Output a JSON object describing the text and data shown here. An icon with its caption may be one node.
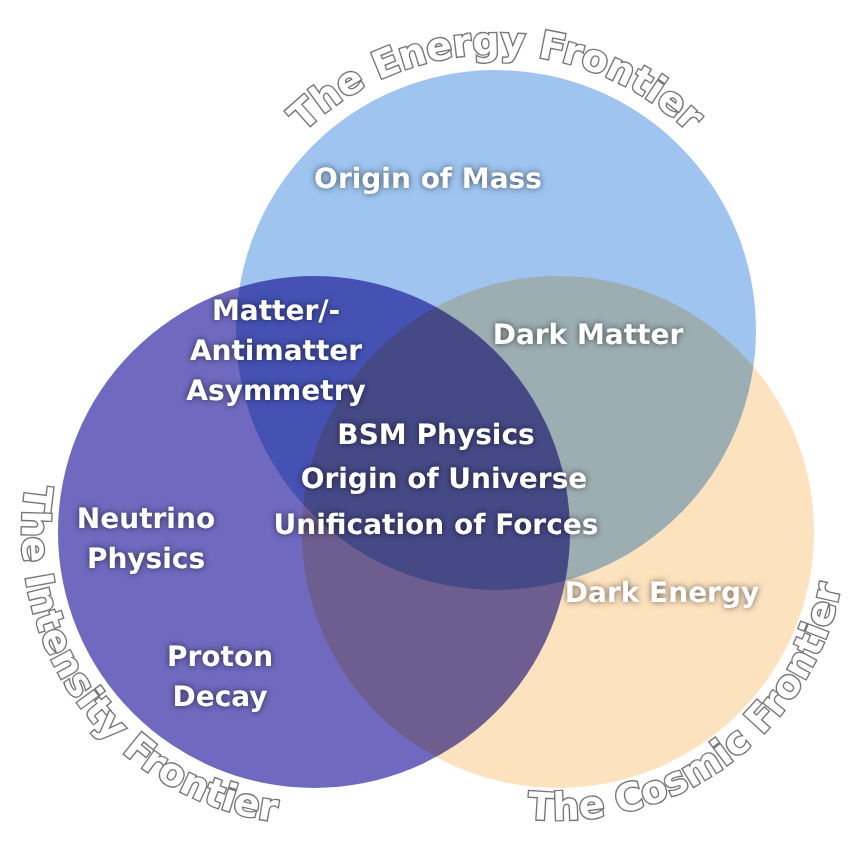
{
  "diagram": {
    "nodes": [
      {
        "text": [
          "The Energy Frontier"
        ]
      },
      {
        "text": [
          "The Intensity Frontier"
        ]
      },
      {
        "text": [
          "The Cosmic Frontier"
        ]
      }
    ],
    "labels": [
      "Origin of Mass",
      "Matter/- Antimatter Asymmetry",
      "Dark Matter",
      "BSM Physics",
      "Origin of Universe",
      "Unification of Forces",
      "Neutrino Physics",
      "Proton Decay",
      "Dark Energy"
    ]
  }
}
